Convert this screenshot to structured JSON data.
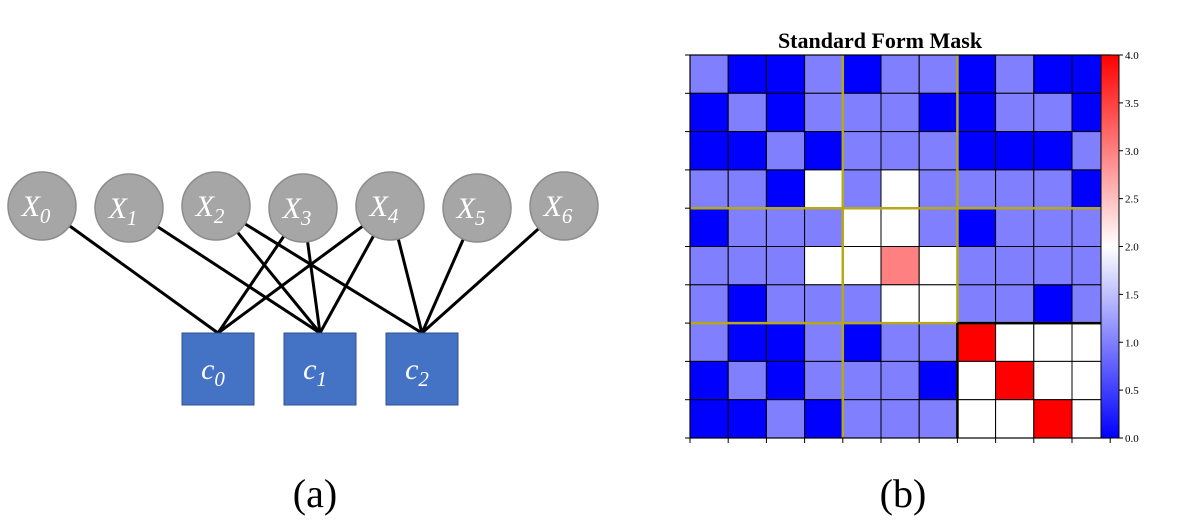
{
  "panel_a": {
    "caption": "(a)",
    "variables": [
      {
        "base": "X",
        "sub": "0"
      },
      {
        "base": "X",
        "sub": "1"
      },
      {
        "base": "X",
        "sub": "2"
      },
      {
        "base": "X",
        "sub": "3"
      },
      {
        "base": "X",
        "sub": "4"
      },
      {
        "base": "X",
        "sub": "5"
      },
      {
        "base": "X",
        "sub": "6"
      }
    ],
    "constraints": [
      {
        "base": "c",
        "sub": "0"
      },
      {
        "base": "c",
        "sub": "1"
      },
      {
        "base": "c",
        "sub": "2"
      }
    ],
    "edges": [
      [
        "X0",
        "c0"
      ],
      [
        "X1",
        "c1"
      ],
      [
        "X2",
        "c1"
      ],
      [
        "X2",
        "c2"
      ],
      [
        "X3",
        "c0"
      ],
      [
        "X3",
        "c1"
      ],
      [
        "X4",
        "c0"
      ],
      [
        "X4",
        "c1"
      ],
      [
        "X4",
        "c2"
      ],
      [
        "X5",
        "c2"
      ],
      [
        "X6",
        "c2"
      ]
    ],
    "colors": {
      "variable_fill": "#a6a6a6",
      "variable_stroke": "#8c8c8c",
      "constraint_fill": "#4472c4",
      "constraint_stroke": "#2f528f",
      "edge": "#000000"
    }
  },
  "panel_b": {
    "caption": "(b)",
    "chart_data": {
      "type": "heatmap",
      "title": "Standard Form Mask",
      "matrix": [
        [
          1,
          0,
          0,
          1,
          0,
          1,
          1,
          0,
          1,
          0,
          0
        ],
        [
          0,
          1,
          0,
          1,
          1,
          1,
          0,
          0,
          1,
          1,
          0
        ],
        [
          0,
          0,
          1,
          0,
          1,
          1,
          1,
          0,
          0,
          0,
          1
        ],
        [
          1,
          1,
          0,
          2,
          1,
          2,
          1,
          1,
          1,
          1,
          0
        ],
        [
          0,
          1,
          1,
          1,
          2,
          2,
          1,
          0,
          1,
          1,
          1
        ],
        [
          1,
          1,
          1,
          2,
          2,
          3,
          2,
          1,
          1,
          1,
          1
        ],
        [
          1,
          0,
          1,
          1,
          1,
          2,
          2,
          1,
          1,
          0,
          1
        ],
        [
          1,
          0,
          0,
          1,
          0,
          1,
          1,
          4,
          2,
          2,
          2
        ],
        [
          0,
          1,
          0,
          1,
          1,
          1,
          0,
          2,
          4,
          2,
          2
        ],
        [
          0,
          0,
          1,
          0,
          1,
          1,
          1,
          2,
          2,
          4,
          2
        ]
      ],
      "block_row_boundaries": [
        4,
        7
      ],
      "block_col_boundaries": [
        4,
        7
      ],
      "colorbar": {
        "min": 0.0,
        "max": 4.0,
        "ticks": [
          "0.0",
          "0.5",
          "1.0",
          "1.5",
          "2.0",
          "2.5",
          "3.0",
          "3.5",
          "4.0"
        ],
        "colormap": "bwr"
      },
      "colors": {
        "low": "#0000ff",
        "mid": "#ffffff",
        "high": "#ff0000",
        "block_line": "#b5a918",
        "triangle_line": "#000000"
      }
    }
  }
}
